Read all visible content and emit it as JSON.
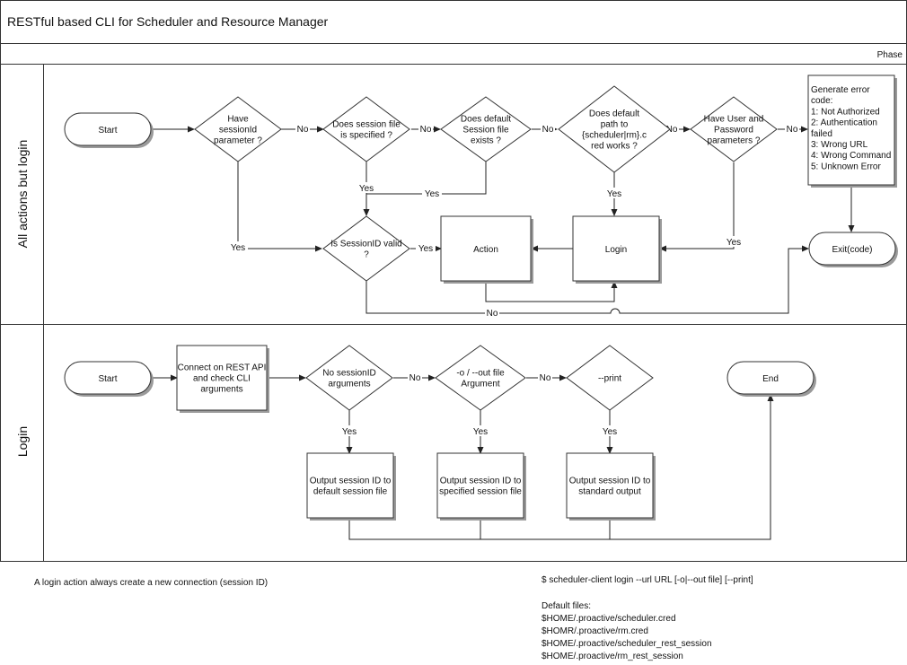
{
  "title": "RESTful based CLI for Scheduler and Resource Manager",
  "phase_label": "Phase",
  "lanes": {
    "top": "All actions but login",
    "bottom": "Login"
  },
  "top": {
    "start": "Start",
    "d1": [
      "Have",
      "sessionId",
      "parameter ?"
    ],
    "d2": [
      "Does session file",
      "is specified ?"
    ],
    "d3": [
      "Does default",
      "Session file",
      "exists ?"
    ],
    "d4": [
      "Does default",
      "path to",
      "{scheduler|rm}.c",
      "red works ?"
    ],
    "d5": [
      "Have User and",
      "Password",
      "parameters ?"
    ],
    "d6": [
      "Is SessionID valid",
      "?"
    ],
    "action": "Action",
    "login": "Login",
    "error": [
      "Generate error",
      "code:",
      "1: Not Authorized",
      "2: Authentication",
      "failed",
      "3: Wrong URL",
      "4: Wrong Command",
      "5: Unknown Error"
    ],
    "exit": "Exit(code)"
  },
  "bottom": {
    "start": "Start",
    "connect": [
      "Connect on REST API",
      "and check CLI",
      "arguments"
    ],
    "d1": [
      "No sessionID",
      "arguments"
    ],
    "d2": [
      "-o / --out file",
      "Argument"
    ],
    "d3": [
      "--print"
    ],
    "end": "End",
    "out1": [
      "Output session ID to",
      "default session file"
    ],
    "out2": [
      "Output session ID to",
      "specified session file"
    ],
    "out3": [
      "Output session ID to",
      "standard output"
    ]
  },
  "labels": {
    "yes": "Yes",
    "no": "No"
  },
  "footer": {
    "note": "A login action always create a new connection (session ID)",
    "command": "$ scheduler-client login --url URL [-o|--out file] [--print]",
    "defaults_title": "Default files:",
    "defaults": [
      "$HOME/.proactive/scheduler.cred",
      "$HOMR/.proactive/rm.cred",
      "$HOME/.proactive/scheduler_rest_session",
      "$HOME/.proactive/rm_rest_session"
    ]
  }
}
